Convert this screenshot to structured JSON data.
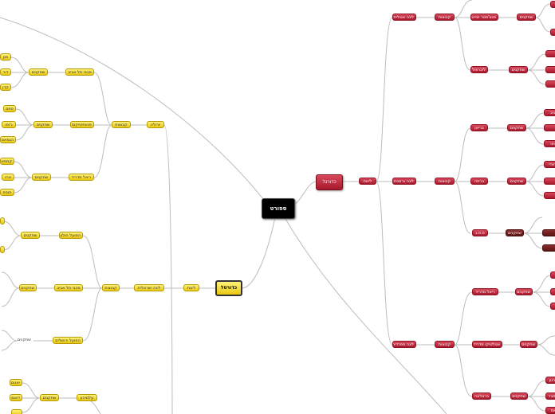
{
  "root": {
    "label": "ספורט"
  },
  "football": {
    "label": "כדורגל",
    "connector": "ליגות",
    "branches": [
      {
        "label": "ליגה אנגלית",
        "mid": "קבוצות",
        "groups": [
          {
            "label": "מנצ'סטר יונייטד",
            "mid": "שחקנים"
          },
          {
            "label": "ליברפול",
            "mid": "שחקנים"
          }
        ]
      },
      {
        "label": "ליגה גרמנית",
        "mid": "קבוצות",
        "groups": [
          {
            "label": "בריאן",
            "mid": "שחקנים"
          },
          {
            "label": "ברסה",
            "mid": "שחקנים"
          },
          {
            "label": "פ.ס.ג",
            "mid": "שחקנים"
          }
        ]
      },
      {
        "label": "ליגה ספרדית",
        "mid": "קבוצות",
        "groups": [
          {
            "label": "ריאל מדריד",
            "mid": "שחקנים"
          },
          {
            "label": "אטלטיקו מדריד",
            "mid": "שחקנים"
          },
          {
            "label": "ברצלונה",
            "mid": "שחקנים"
          }
        ]
      }
    ]
  },
  "basketball": {
    "label": "כדורסל",
    "connector": "ליגות",
    "top_branch": {
      "label": "יורוליג",
      "mid": "קבוצות",
      "groups": [
        {
          "label": "מכבי תל אביב",
          "mid": "שחקנים"
        },
        {
          "label": "פנאתינייקוס",
          "mid": "שחקנים"
        },
        {
          "label": "ריאל מדריד",
          "mid": "שחקנים"
        }
      ]
    },
    "israel_branch": {
      "label": "ליגה ישראלית",
      "mid": "קבוצות",
      "groups": [
        {
          "label": "הפועל חולון",
          "mid": "שחקנים"
        },
        {
          "label": "מכבי תל אביב",
          "mid": "שחקנים"
        },
        {
          "label": "הפועל ירושלים",
          "mid": "שחקנים"
        }
      ]
    },
    "bottom_group": {
      "label": "עלמיהון",
      "mid": "שחקנים"
    }
  },
  "players_left": {
    "g1": [
      "פנן",
      "דור",
      "קדן"
    ],
    "g2": [
      "ספס",
      "ג'ופו",
      "הנמאס"
    ],
    "g3": [
      "קמפאצו",
      "ארנ",
      "תומפ"
    ],
    "g4": [
      "יאגום",
      "דאום"
    ]
  },
  "players_right": {
    "g2": [
      "ניב",
      "ויני"
    ],
    "g3": [
      "ראדי"
    ],
    "g4": [
      "פרגון",
      "קמבר",
      "אס"
    ]
  },
  "colors": {
    "football": "#b5192e",
    "basketball": "#f0d320",
    "root": "#000000",
    "line": "#b8b8b8"
  }
}
